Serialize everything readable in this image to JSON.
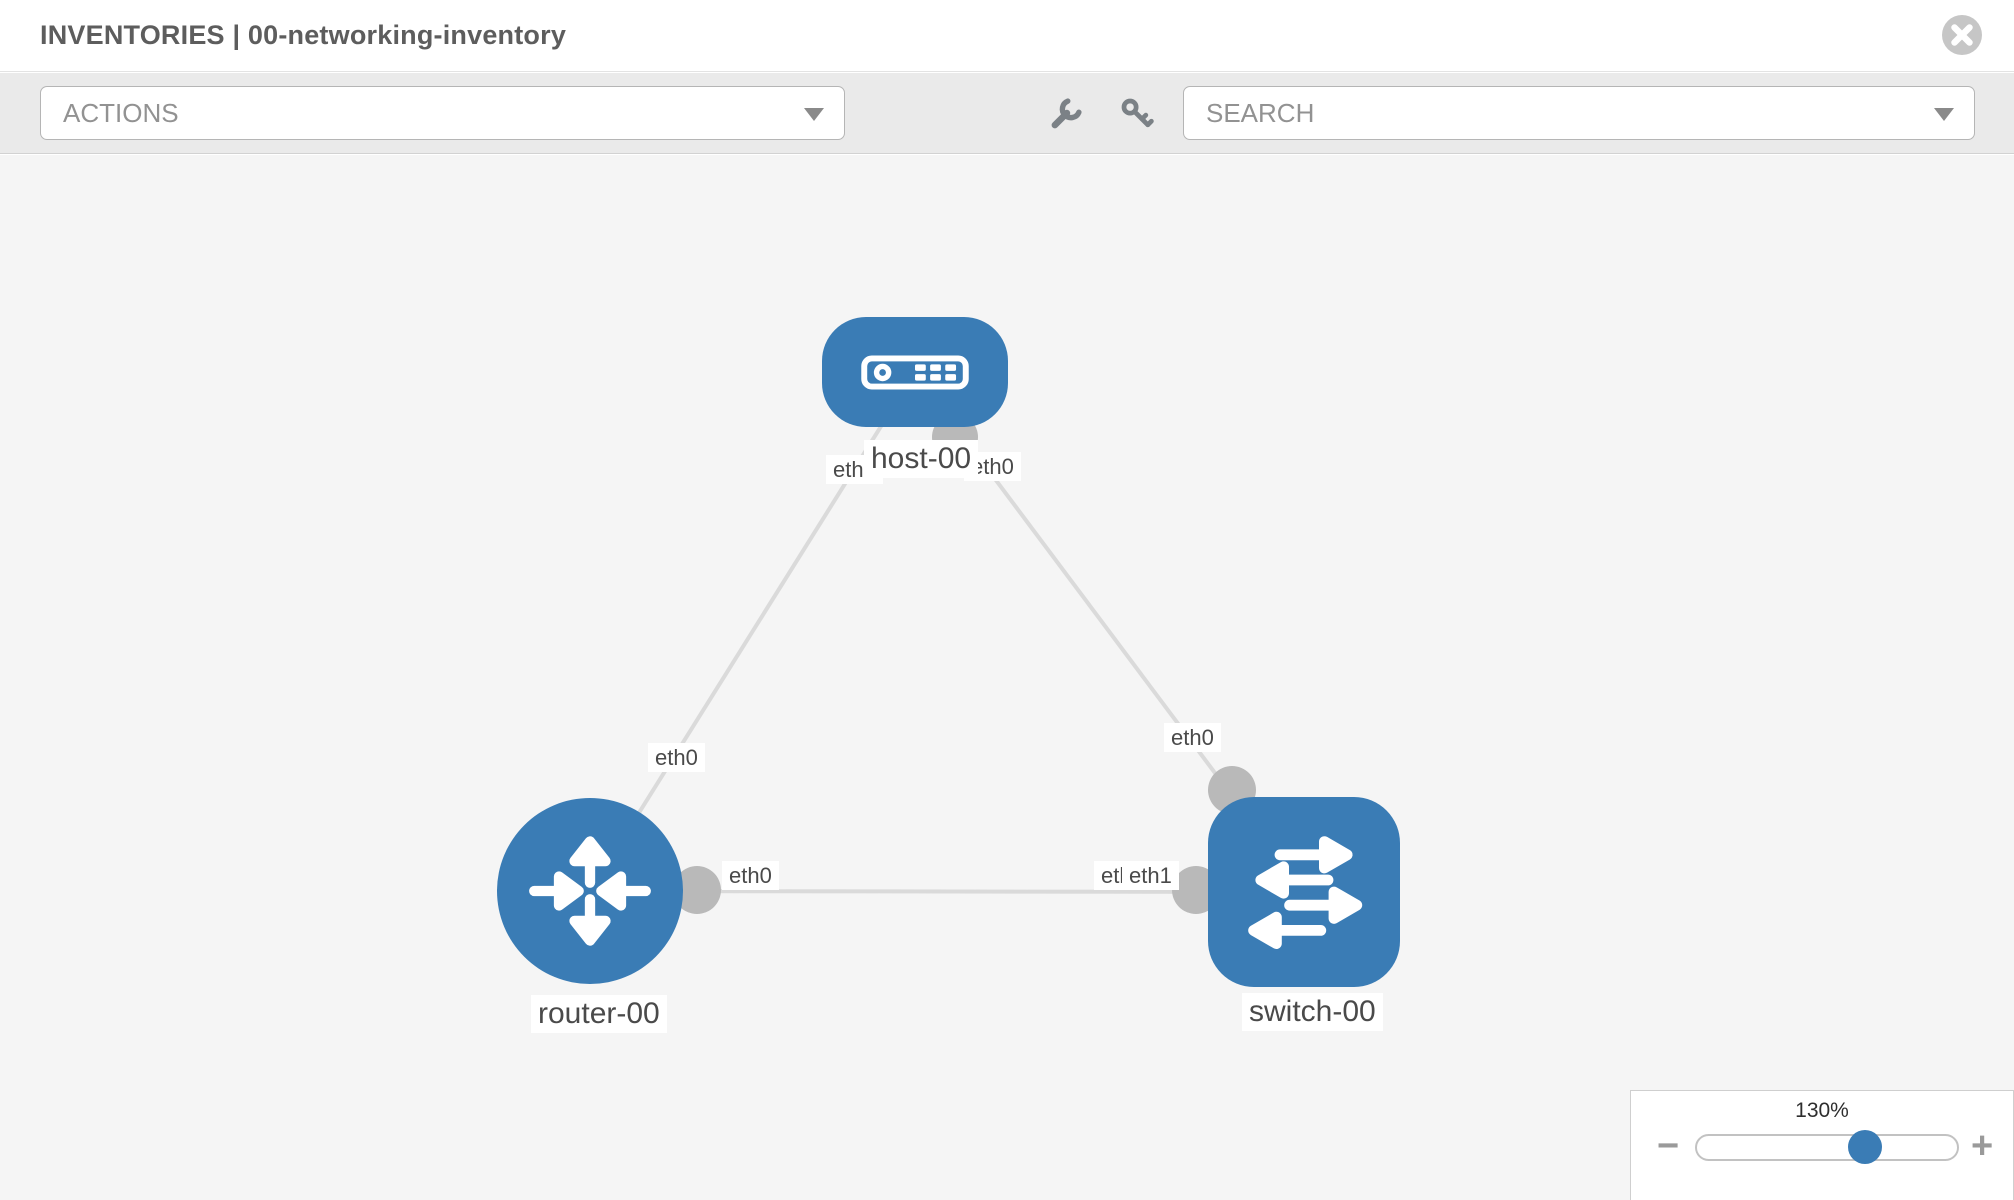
{
  "header": {
    "title": "INVENTORIES | 00-networking-inventory"
  },
  "toolbar": {
    "actions_label": "ACTIONS",
    "search_label": "SEARCH"
  },
  "topology": {
    "nodes": [
      {
        "label": "host-00",
        "type": "host"
      },
      {
        "label": "router-00",
        "type": "router"
      },
      {
        "label": "switch-00",
        "type": "switch"
      }
    ],
    "edges": [
      {
        "from": "host-00",
        "from_interface": "eth0",
        "to": "router-00",
        "to_interface": "eth0"
      },
      {
        "from": "host-00",
        "from_interface": "eth0",
        "to": "switch-00",
        "to_interface": "eth0"
      },
      {
        "from": "router-00",
        "from_interface": "eth0",
        "to": "switch-00",
        "to_interface": "eth1"
      }
    ],
    "labels": {
      "host_if_left": "eth0",
      "host_if_right": "eth0",
      "edge_host_router_if": "eth0",
      "edge_host_switch_if": "eth0",
      "router_if": "eth0",
      "switch_if_back": "eth0",
      "switch_if_front": "eth1"
    }
  },
  "zoom_control": {
    "percent": "130%",
    "minus_label": "−",
    "plus_label": "+"
  },
  "colors": {
    "node_blue": "#3a7cb5",
    "edge_gray": "#dadada",
    "port_gray": "#b9b9b9",
    "canvas_bg": "#f5f5f5",
    "toolbar_bg": "#eaeaea"
  }
}
